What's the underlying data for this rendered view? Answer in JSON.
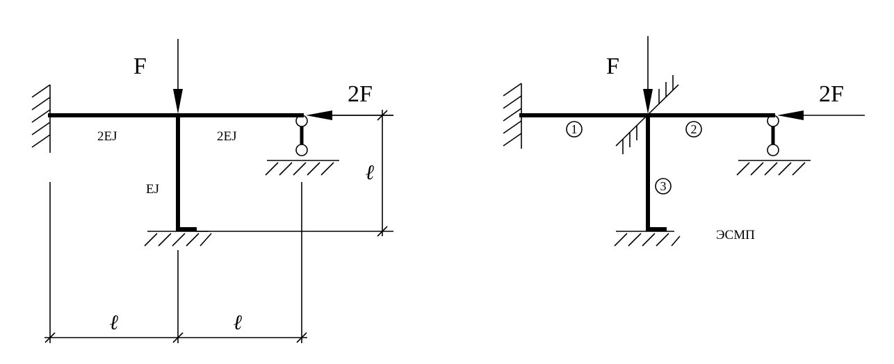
{
  "left_scheme": {
    "load_vertical": "F",
    "load_horizontal": "2F",
    "beam_left_stiffness": "2EJ",
    "beam_right_stiffness": "2EJ",
    "column_stiffness": "EJ",
    "dim_height": "ℓ",
    "dim_left_span": "ℓ",
    "dim_right_span": "ℓ"
  },
  "right_scheme": {
    "load_vertical": "F",
    "load_horizontal": "2F",
    "element_1": "1",
    "element_2": "2",
    "element_3": "3",
    "caption": "ЭСМП"
  }
}
